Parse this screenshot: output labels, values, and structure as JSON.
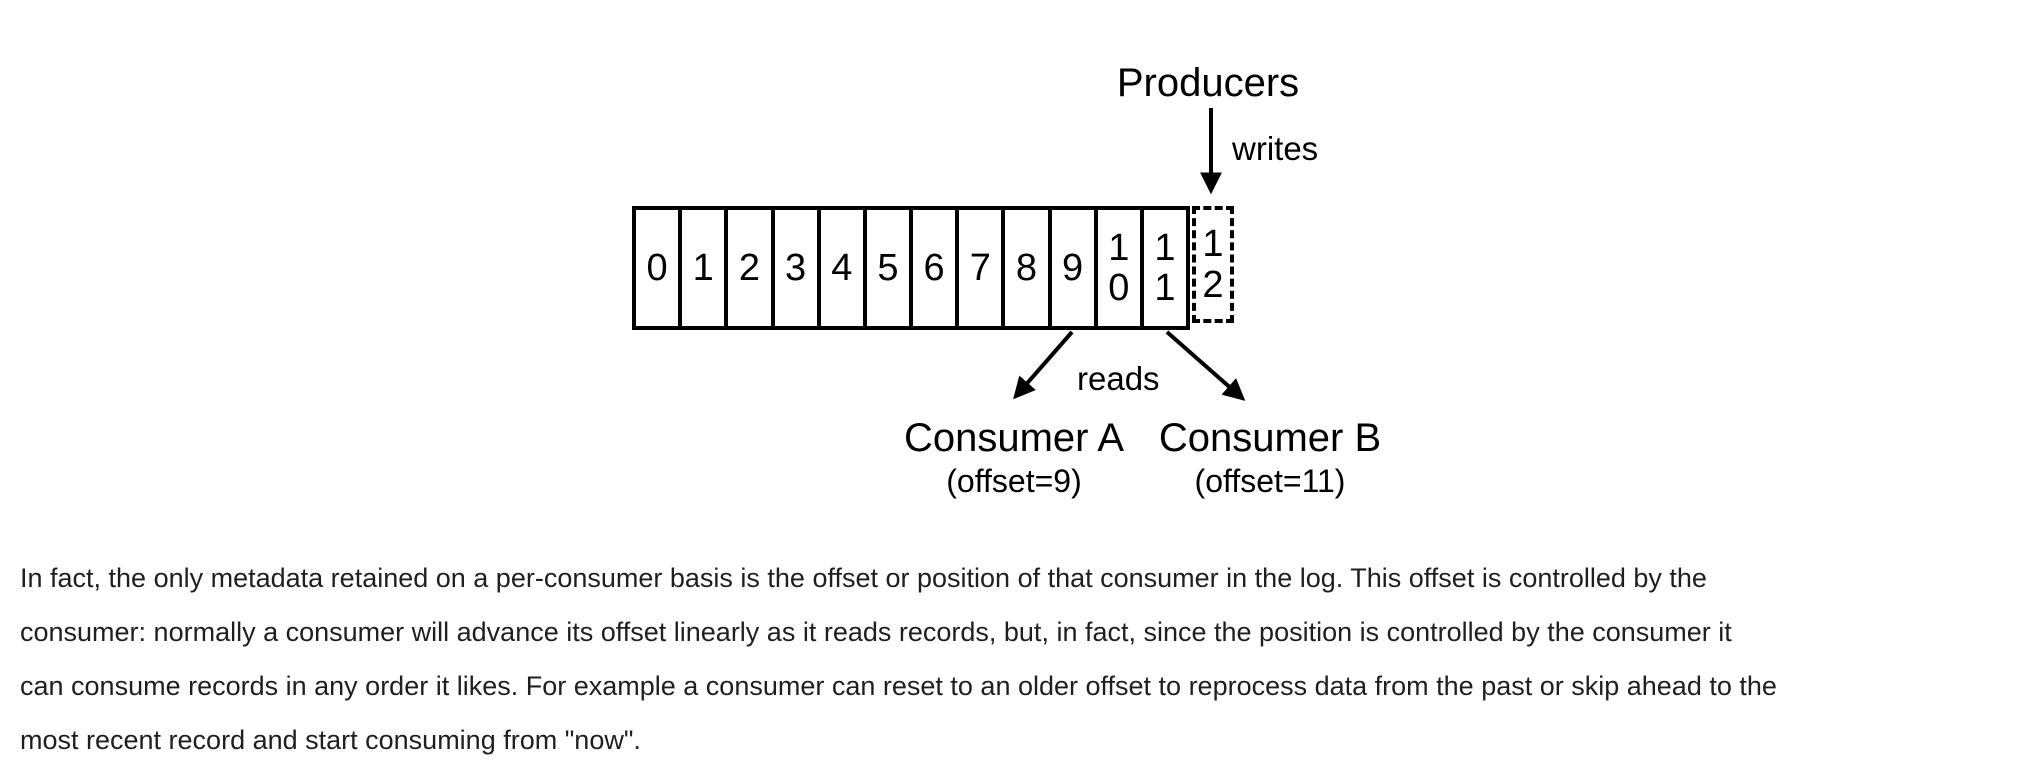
{
  "diagram": {
    "producers_label": "Producers",
    "writes_label": "writes",
    "reads_label": "reads",
    "cells": [
      "0",
      "1",
      "2",
      "3",
      "4",
      "5",
      "6",
      "7",
      "8",
      "9",
      "10",
      "11",
      "12"
    ],
    "consumers": {
      "a": {
        "name": "Consumer A",
        "offset": "(offset=9)"
      },
      "b": {
        "name": "Consumer B",
        "offset": "(offset=11)"
      }
    }
  },
  "paragraph": {
    "lines": [
      "In fact, the only metadata retained on a per-consumer basis is the offset or position of that consumer in the log. This offset is controlled by the",
      "consumer: normally a consumer will advance its offset linearly as it reads records, but, in fact, since the position is controlled by the consumer it",
      "can consume records in any order it likes. For example a consumer can reset to an older offset to reprocess data from the past or skip ahead to the",
      "most recent record and start consuming from \"now\"."
    ]
  },
  "colors": {
    "ink": "#000000",
    "body_text": "#1f1f1f",
    "background": "#ffffff"
  }
}
